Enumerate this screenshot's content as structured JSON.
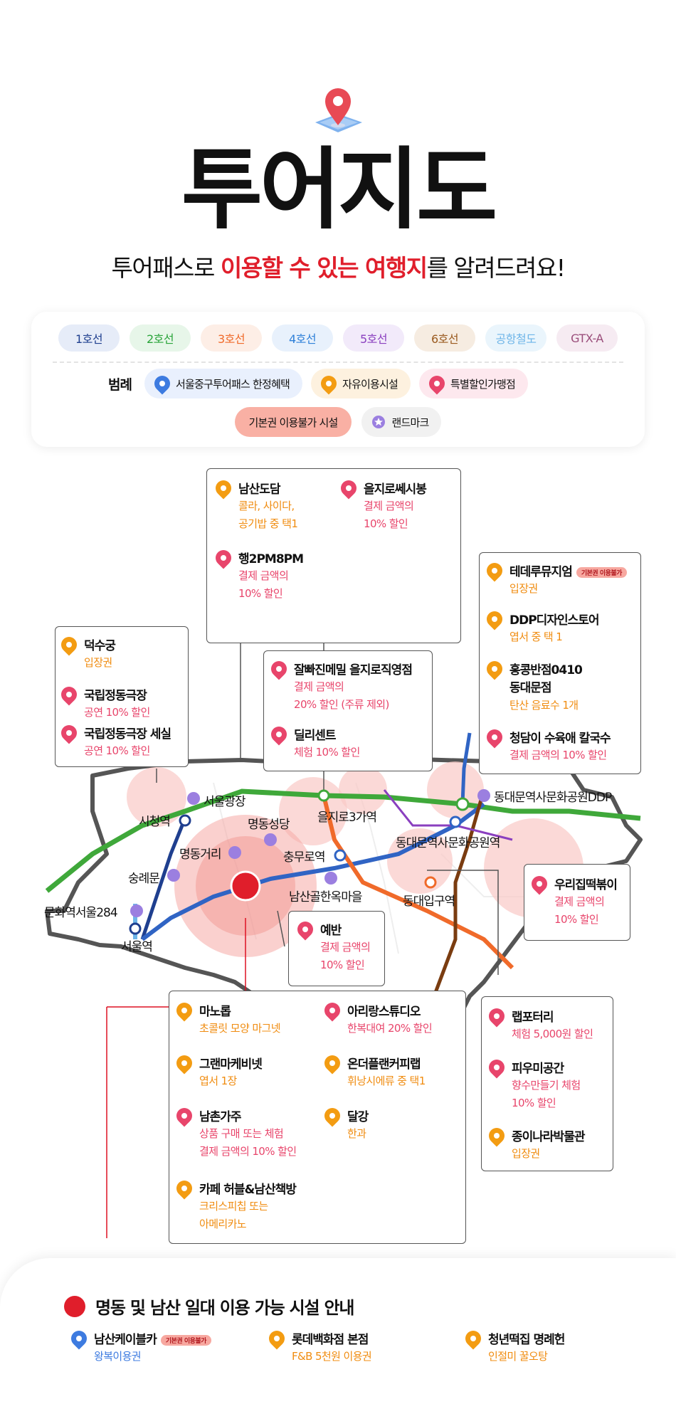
{
  "header": {
    "title": "투어지도",
    "subtitle_pre": "투어패스로 ",
    "subtitle_highlight1": "이용할 수 있는 여행지",
    "subtitle_post": "를 알려드려요!"
  },
  "legend": {
    "lines": [
      {
        "label": "1호선",
        "color": "#1f3f8f",
        "bg": "#e6ecf8"
      },
      {
        "label": "2호선",
        "color": "#2aa43a",
        "bg": "#e7f6e9"
      },
      {
        "label": "3호선",
        "color": "#f06a2a",
        "bg": "#fdeee6"
      },
      {
        "label": "4호선",
        "color": "#2f80d8",
        "bg": "#e8f1fc"
      },
      {
        "label": "5호선",
        "color": "#8a3fbf",
        "bg": "#f2eafa"
      },
      {
        "label": "6호선",
        "color": "#9a5a1f",
        "bg": "#f6ece1"
      },
      {
        "label": "공항철도",
        "color": "#6eb5e8",
        "bg": "#eaf5fc"
      },
      {
        "label": "GTX-A",
        "color": "#9a4d7a",
        "bg": "#f6ebf2"
      }
    ],
    "label": "범례",
    "items": [
      {
        "label": "서울중구투어패스 한정혜택",
        "pin": "blue-pin-icon",
        "bg": "#e9f0fd"
      },
      {
        "label": "자유이용시설",
        "pin": "orange-pin-icon",
        "bg": "#fdf1df"
      },
      {
        "label": "특별할인가맹점",
        "pin": "red-pin-icon",
        "bg": "#fde8ee"
      },
      {
        "label": "기본권 이용불가 시설",
        "bg": "#f9b0a4"
      },
      {
        "label": "랜드마크",
        "pin": "star-icon",
        "bg": "#f1f1f1"
      }
    ]
  },
  "map": {
    "boxes": {
      "top_center": [
        {
          "name": "남산도담",
          "desc": [
            "콜라, 사이다,",
            "공기밥 중 택1"
          ],
          "type": "orange"
        },
        {
          "name": "을지로쎄시봉",
          "desc": [
            "결제 금액의",
            "10% 할인"
          ],
          "type": "red"
        },
        {
          "name": "행2PM8PM",
          "desc": [
            "결제 금액의",
            "10% 할인"
          ],
          "type": "red"
        }
      ],
      "top_right": [
        {
          "name": "테데루뮤지엄",
          "tag": "기본권 이용불가",
          "desc": [
            "입장권"
          ],
          "type": "orange"
        },
        {
          "name": "DDP디자인스토어",
          "desc": [
            "엽서 중 택 1"
          ],
          "type": "orange"
        },
        {
          "name": "홍콩반점0410",
          "name2": "동대문점",
          "desc": [
            "탄산 음료수 1개"
          ],
          "type": "orange"
        },
        {
          "name": "청담이 수육애 칼국수",
          "desc": [
            "결제 금액의 10% 할인"
          ],
          "type": "red"
        }
      ],
      "left": [
        {
          "name": "덕수궁",
          "desc": [
            "입장권"
          ],
          "type": "orange"
        },
        {
          "name": "국립정동극장",
          "desc": [
            "공연 10% 할인"
          ],
          "type": "red"
        },
        {
          "name": "국립정동극장 세실",
          "desc": [
            "공연 10% 할인"
          ],
          "type": "red"
        }
      ],
      "middle": [
        {
          "name": "잘빠진메밀 을지로직영점",
          "desc": [
            "결제 금액의",
            "20% 할인 (주류 제외)"
          ],
          "type": "red"
        },
        {
          "name": "딜리센트",
          "desc": [
            "체험 10% 할인"
          ],
          "type": "red"
        }
      ],
      "right_mid": [
        {
          "name": "우리집떡볶이",
          "desc": [
            "결제 금액의",
            "10% 할인"
          ],
          "type": "red"
        }
      ],
      "yeban": [
        {
          "name": "예반",
          "desc": [
            "결제 금액의",
            "10% 할인"
          ],
          "type": "red"
        }
      ],
      "bottom_center": [
        {
          "name": "마노롭",
          "desc": [
            "초콜릿 모양 마그넷"
          ],
          "type": "orange"
        },
        {
          "name": "아리랑스튜디오",
          "desc": [
            "한복대여 20% 할인"
          ],
          "type": "red"
        },
        {
          "name": "그랜마케비넷",
          "desc": [
            "엽서 1장"
          ],
          "type": "orange"
        },
        {
          "name": "온더플랜커피랩",
          "desc": [
            "휘낭시에류 중 택1"
          ],
          "type": "orange"
        },
        {
          "name": "남촌가주",
          "desc": [
            "상품 구매 또는 체험",
            "결제 금액의 10% 할인"
          ],
          "type": "red"
        },
        {
          "name": "달강",
          "desc": [
            "한과"
          ],
          "type": "orange"
        },
        {
          "name": "카페 허블&남산책방",
          "desc": [
            "크리스피칩 또는",
            "아메리카노"
          ],
          "type": "orange"
        }
      ],
      "bottom_right": [
        {
          "name": "랩포터리",
          "desc": [
            "체험 5,000원 할인"
          ],
          "type": "red"
        },
        {
          "name": "피우미공간",
          "desc": [
            "향수만들기 체험",
            "10% 할인"
          ],
          "type": "red"
        },
        {
          "name": "종이나라박물관",
          "desc": [
            "입장권"
          ],
          "type": "orange"
        }
      ]
    },
    "stations": {
      "city_hall": "시청역",
      "seoul_plaza": "서울광장",
      "myeongdong_cathedral": "명동성당",
      "euljiro3": "을지로3가역",
      "ddp_station": "동대문역사문화공원역",
      "ddp_landmark": "동대문역사문화공원DDP",
      "myeongdong_street": "명동거리",
      "chungmuro": "충무로역",
      "sungnyemun": "숭례문",
      "namsangol": "남산골한옥마을",
      "dongdae_ipgu": "동대입구역",
      "culture_station": "문화역서울284",
      "seoul_station": "서울역"
    }
  },
  "bottom": {
    "title": "명동 및 남산 일대 이용 가능 시설 안내",
    "items": [
      {
        "name": "남산케이블카",
        "tag": "기본권 이용불가",
        "desc": "왕복이용권",
        "type": "blue"
      },
      {
        "name": "롯데백화점 본점",
        "desc": "F&B 5천원 이용권",
        "type": "orange"
      },
      {
        "name": "청년떡집 명례헌",
        "desc": "인절미 꿀오탕",
        "type": "orange"
      }
    ]
  }
}
